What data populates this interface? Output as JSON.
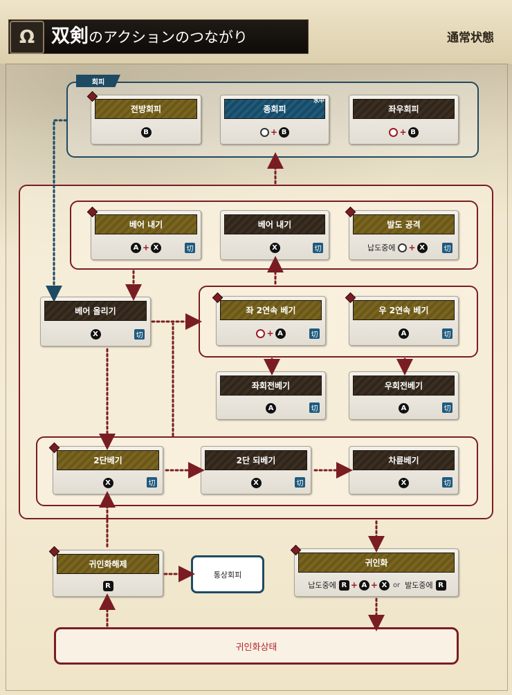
{
  "header": {
    "icon": "Ω",
    "title_accent": "双剣",
    "title_rest": "のアクションのつながり",
    "state": "通常状態"
  },
  "evade_group": {
    "label": "회피"
  },
  "cards": {
    "forward_evade": {
      "title": "전방회피",
      "btn1": "B"
    },
    "vertical_evade": {
      "title": "종회피",
      "badge": "水中",
      "btn1": "B"
    },
    "side_evade": {
      "title": "좌우회피",
      "btn1": "B"
    },
    "slash_down_1": {
      "title": "베어 내기",
      "btn1": "A",
      "btn2": "X",
      "kiri": "切"
    },
    "slash_down_2": {
      "title": "베어 내기",
      "btn1": "X",
      "kiri": "切"
    },
    "draw_attack": {
      "title": "발도 공격",
      "prefix": "납도중에",
      "btn1": "X",
      "kiri": "切"
    },
    "slash_up": {
      "title": "베어 올리기",
      "btn1": "X",
      "kiri": "切"
    },
    "left_double": {
      "title": "좌 2연속 베기",
      "btn1": "A",
      "kiri": "切"
    },
    "right_double": {
      "title": "우 2연속 베기",
      "btn1": "A",
      "kiri": "切"
    },
    "left_spin": {
      "title": "좌회전베기",
      "btn1": "A",
      "kiri": "切"
    },
    "right_spin": {
      "title": "우회전베기",
      "btn1": "A",
      "kiri": "切"
    },
    "double_slash": {
      "title": "2단베기",
      "btn1": "X",
      "kiri": "切"
    },
    "double_return": {
      "title": "2단 되베기",
      "btn1": "X",
      "kiri": "切"
    },
    "wheel_slash": {
      "title": "차륜베기",
      "btn1": "X",
      "kiri": "切"
    },
    "demon_cancel": {
      "title": "귀인화해제",
      "btn1": "R"
    },
    "demon_mode": {
      "title": "귀인화",
      "prefix1": "납도중에",
      "btn1": "R",
      "btn2": "A",
      "btn3": "X",
      "or": "or",
      "prefix2": "발도중에",
      "btn4": "R"
    }
  },
  "normal_evade": "통상회피",
  "demon_state": "귀인화상태",
  "colors": {
    "gold_header": "#6b5818",
    "dark_header": "#2f251a",
    "blue_header": "#184a66",
    "red_border": "#7a1d22",
    "blue_border": "#1e4a63"
  }
}
